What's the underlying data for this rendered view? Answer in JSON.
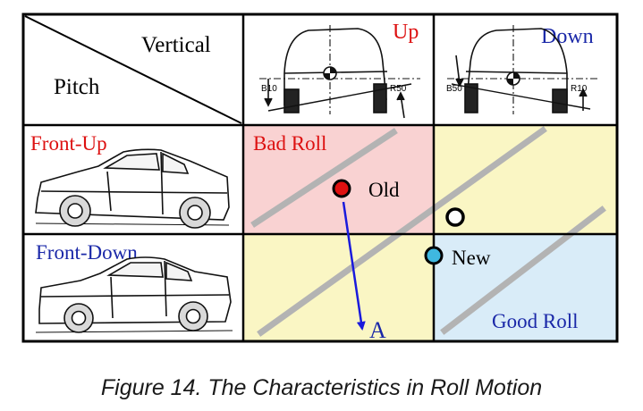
{
  "header": {
    "vertical_label": "Vertical",
    "pitch_label": "Pitch",
    "up_label": "Up",
    "down_label": "Down"
  },
  "rows": {
    "front_up_label": "Front-Up",
    "front_down_label": "Front-Down"
  },
  "rear_views": {
    "up": {
      "left_tag": "B10",
      "right_tag": "R50"
    },
    "down": {
      "left_tag": "B50",
      "right_tag": "R10"
    }
  },
  "zones": {
    "bad_roll_label": "Bad Roll",
    "good_roll_label": "Good Roll",
    "colors": {
      "bad": "#f9d2d2",
      "neutral": "#faf6c4",
      "good": "#d9ecf8",
      "band": "#b3b3b3"
    }
  },
  "points": {
    "old_label": "Old",
    "new_label": "New",
    "old_color": "#e01010",
    "new_color": "#3fb8e0",
    "mid_color": "#ffffff"
  },
  "arrow": {
    "label": "A",
    "color": "#1a1adc"
  },
  "label_colors": {
    "red": "#dd1111",
    "blue": "#1a28a8"
  },
  "caption": "Figure 14.  The Characteristics in Roll Motion"
}
